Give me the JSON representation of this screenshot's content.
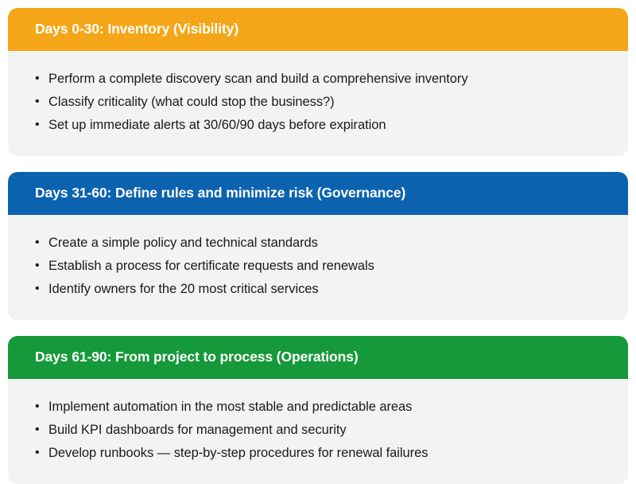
{
  "page": {
    "background_color": "#ffffff",
    "card_body_color": "#f3f3f3",
    "text_color": "#1a1a1a",
    "header_text_color": "#ffffff",
    "bullet_glyph": "•"
  },
  "cards": [
    {
      "id": "days-0-30",
      "accent_color": "#f5a618",
      "title": "Days 0-30: Inventory (Visibility)",
      "bullets": [
        "Perform a complete discovery scan and build a comprehensive inventory",
        "Classify criticality (what could stop the business?)",
        "Set up immediate alerts at 30/60/90 days before expiration"
      ]
    },
    {
      "id": "days-31-60",
      "accent_color": "#0b63b0",
      "title": "Days 31-60: Define rules and minimize risk (Governance)",
      "bullets": [
        "Create a simple policy and technical standards",
        "Establish a process for certificate requests and renewals",
        "Identify owners for the 20 most critical services"
      ]
    },
    {
      "id": "days-61-90",
      "accent_color": "#16993a",
      "title": "Days 61-90: From project to process (Operations)",
      "bullets": [
        "Implement automation in the most stable and predictable areas",
        "Build KPI dashboards for management and security",
        "Develop runbooks — step-by-step procedures for renewal failures"
      ]
    }
  ]
}
